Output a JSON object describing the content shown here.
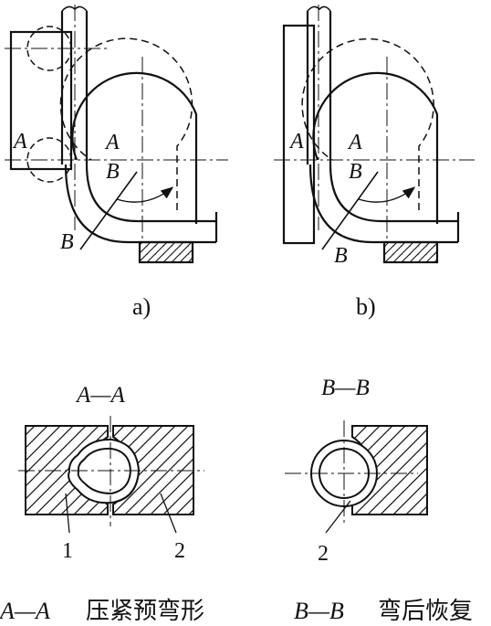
{
  "figure_a": {
    "caption": "a)",
    "section_label_A": "A",
    "inner_label_A": "A",
    "inner_label_B": "B",
    "leader_label_B": "B"
  },
  "figure_b": {
    "caption": "b)",
    "section_label_A": "A",
    "inner_label_A": "A",
    "inner_label_B": "B",
    "leader_label_B": "B"
  },
  "section_AA": {
    "title": "A—A",
    "part_1": "1",
    "part_2": "2",
    "caption_prefix": "A—A",
    "caption_text": "压紧预弯形"
  },
  "section_BB": {
    "title": "B—B",
    "part_2": "2",
    "caption_prefix": "B—B",
    "caption_text": "弯后恢复"
  },
  "colors": {
    "line": "#111111",
    "background": "#ffffff"
  }
}
